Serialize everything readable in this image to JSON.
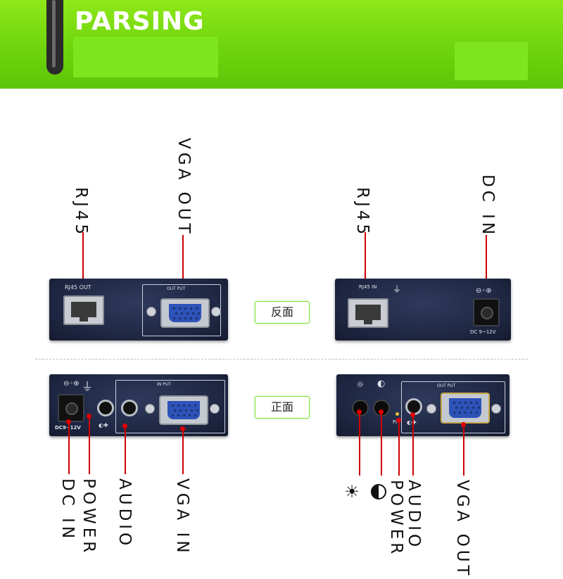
{
  "header": {
    "title": "PARSING"
  },
  "top_labels": {
    "left_rj45": "RJ45",
    "left_vga_out": "VGA OUT",
    "right_rj45": "RJ45",
    "right_dc_in": "DC IN"
  },
  "back_left_device": {
    "rj45_label": "RJ45 OUT",
    "output_label": "OUT PUT"
  },
  "back_right_device": {
    "rj45_label": "RJ45 IN",
    "dc_label": "DC 9~12V"
  },
  "front_left_device": {
    "input_label": "IN PUT",
    "dc_label": "DC9~12V"
  },
  "front_right_device": {
    "output_label": "OUT PUT",
    "pv_label": "P/V"
  },
  "side_labels": {
    "back": "反面",
    "front": "正面"
  },
  "bottom_labels": {
    "left_dc_in": "DC IN",
    "left_power": "POWER",
    "left_audio": "AUDIO",
    "left_vga_in": "VGA IN",
    "right_power": "POWER",
    "right_audio": "AUDIO",
    "right_vga_out": "VGA OUT"
  },
  "icons": [
    "brightness-icon",
    "contrast-icon",
    "power-icon",
    "ground-icon"
  ],
  "colors": {
    "banner": "#6fd40c",
    "leader_line": "#d00000",
    "device_body": "#1d2540",
    "vga_face": "#2d52b8"
  }
}
